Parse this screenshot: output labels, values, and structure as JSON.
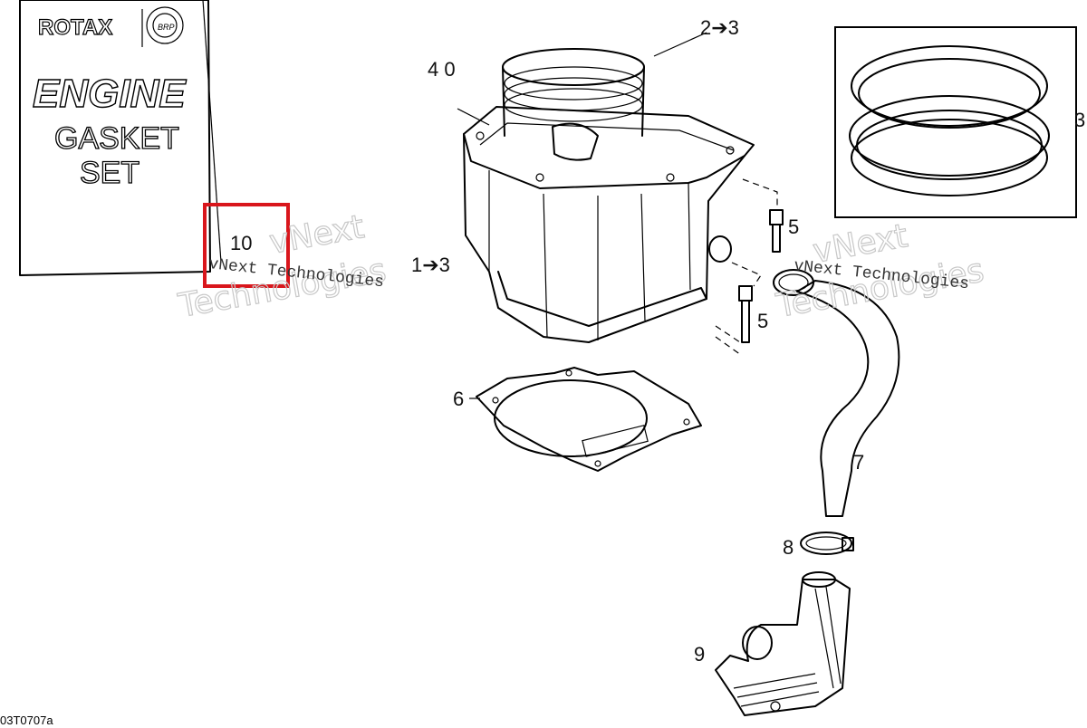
{
  "package": {
    "brand": "ROTAX",
    "title_line1": "ENGINE",
    "title_line2": "GASKET",
    "title_line3": "SET"
  },
  "callouts": {
    "c10": "10",
    "c40": "4 0",
    "c23_top": "2➔3",
    "c3_right": "3",
    "c13": "1➔3",
    "c5_upper": "5",
    "c5_lower": "5",
    "c6": "6",
    "c7": "7",
    "c8": "8",
    "c9": "9"
  },
  "watermarks": {
    "left_small": "vNext Technologies",
    "left_big_line1": "vNext",
    "left_big_line2": "Technologies",
    "right_small": "vNext Technologies",
    "right_big_line1": "vNext",
    "right_big_line2": "Technologies"
  },
  "figure_code": "03T0707a",
  "highlight_color": "#d9161c"
}
